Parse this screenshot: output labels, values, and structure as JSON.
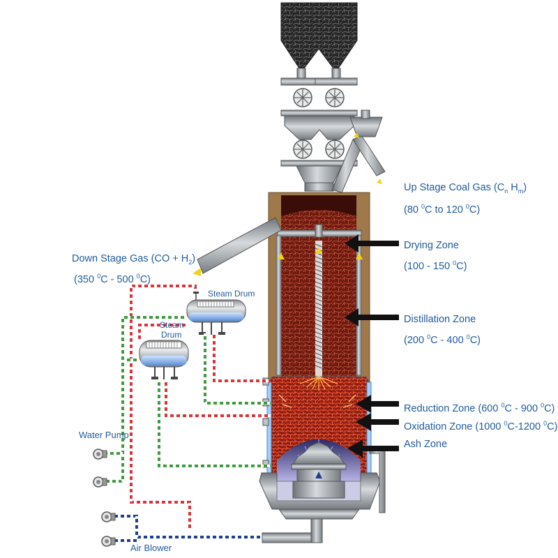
{
  "labels": {
    "up_stage": {
      "name": "Up Stage Coal Gas (C",
      "formula_sub_1": "n",
      "formula_mid": " H",
      "formula_sub_2": "m",
      "formula_end": ")",
      "temp_open": "(80 ",
      "temp_sup_1": "0",
      "temp_mid": "C to 120 ",
      "temp_sup_2": "0",
      "temp_close": "C)"
    },
    "down_stage": {
      "name": "Down Stage Gas (CO + H",
      "formula_sub": "2",
      "formula_end": ")",
      "temp_open": "(350 ",
      "temp_sup_1": "0",
      "temp_mid": "C - 500 ",
      "temp_sup_2": "0",
      "temp_close": "C)"
    },
    "drying": {
      "name": "Drying Zone",
      "temp_open": "(100 - 150 ",
      "temp_sup": "0",
      "temp_close": "C)"
    },
    "distillation": {
      "name": "Distillation Zone",
      "temp_open": "(200 ",
      "temp_sup_1": "0",
      "temp_mid": "C - 400 ",
      "temp_sup_2": "0",
      "temp_close": "C)"
    },
    "reduction": {
      "name_open": "Reduction Zone (600 ",
      "sup_1": "0",
      "mid": "C - 900 ",
      "sup_2": "0",
      "close": "C)"
    },
    "oxidation": {
      "name_open": "Oxidation Zone (1000 ",
      "sup_1": "0",
      "mid": "C-1200 ",
      "sup_2": "0",
      "close": "C)"
    },
    "ash": {
      "name": "Ash Zone"
    },
    "steam_drum_upper": "Steam Drum",
    "steam_drum_lower_1": "Steam",
    "steam_drum_lower_2": "Drum",
    "water_pump": "Water Pump",
    "air_blower": "Air Blower"
  },
  "colors": {
    "label_text": "#1f5a9e",
    "hot_pipe": "#d9343a",
    "water_pipe": "#3f9b3f",
    "air_pipe": "#1f3f8f",
    "coal_bed": "#7a1e12",
    "refractory": "#a07a4a",
    "steel": "#9aa0a6",
    "hopper_coal": "#2a2a2a",
    "gas_arrow": "#f2d21b",
    "ash_zone": "#5b4fa0"
  },
  "icons": {
    "zone_arrow": "left-pointing-arrow-icon",
    "gas_flow": "yellow-triangle-arrow-icon",
    "pump": "pump-icon",
    "blower": "blower-icon",
    "steam_drum": "steam-drum-icon"
  }
}
